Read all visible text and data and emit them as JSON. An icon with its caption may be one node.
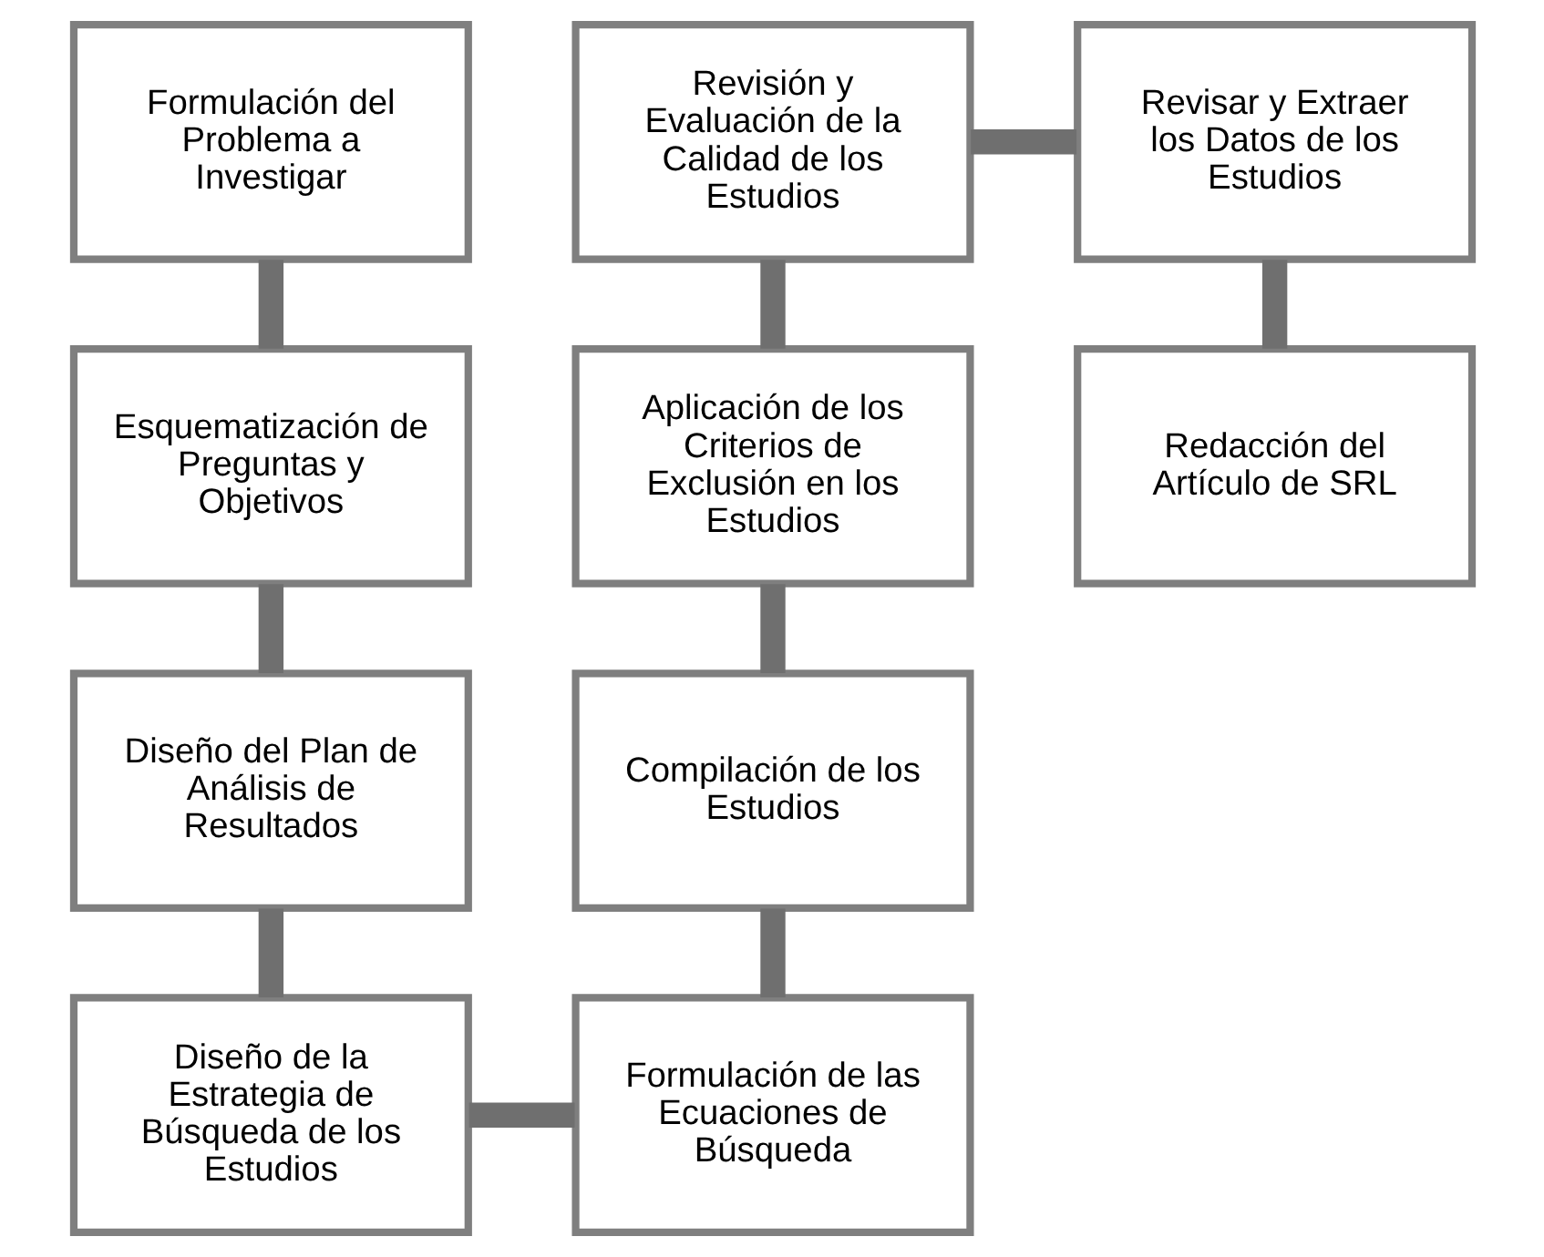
{
  "diagram": {
    "nodes": [
      {
        "text": [
          "Formulación del Problema a Investigar"
        ]
      },
      {
        "text": [
          "Esquematización de Preguntas y Objetivos"
        ]
      },
      {
        "text": [
          "Diseño del Plan de Análisis de Resultados"
        ]
      },
      {
        "text": [
          "Diseño de la Estrategia de Búsqueda de los Estudios"
        ]
      },
      {
        "text": [
          "Formulación de las Ecuaciones de Búsqueda"
        ]
      },
      {
        "text": [
          "Compilación de los Estudios"
        ]
      },
      {
        "text": [
          "Aplicación de los Criterios de Exclusión en los Estudios"
        ]
      },
      {
        "text": [
          "Revisión y Evaluación de la Calidad de los Estudios"
        ]
      },
      {
        "text": [
          "Revisar y Extraer los Datos de los Estudios"
        ]
      },
      {
        "text": [
          "Redacción del Artículo de SRL"
        ]
      }
    ],
    "edges": [
      {
        "from": 0,
        "to": 1,
        "arrow": "none"
      },
      {
        "from": 1,
        "to": 2,
        "arrow": "none"
      },
      {
        "from": 2,
        "to": 3,
        "arrow": "none"
      },
      {
        "from": 3,
        "to": 4,
        "arrow": "none"
      },
      {
        "from": 4,
        "to": 5,
        "arrow": "none"
      },
      {
        "from": 5,
        "to": 6,
        "arrow": "none"
      },
      {
        "from": 6,
        "to": 7,
        "arrow": "none"
      },
      {
        "from": 7,
        "to": 8,
        "arrow": "none"
      },
      {
        "from": 8,
        "to": 9,
        "arrow": "none"
      }
    ]
  }
}
